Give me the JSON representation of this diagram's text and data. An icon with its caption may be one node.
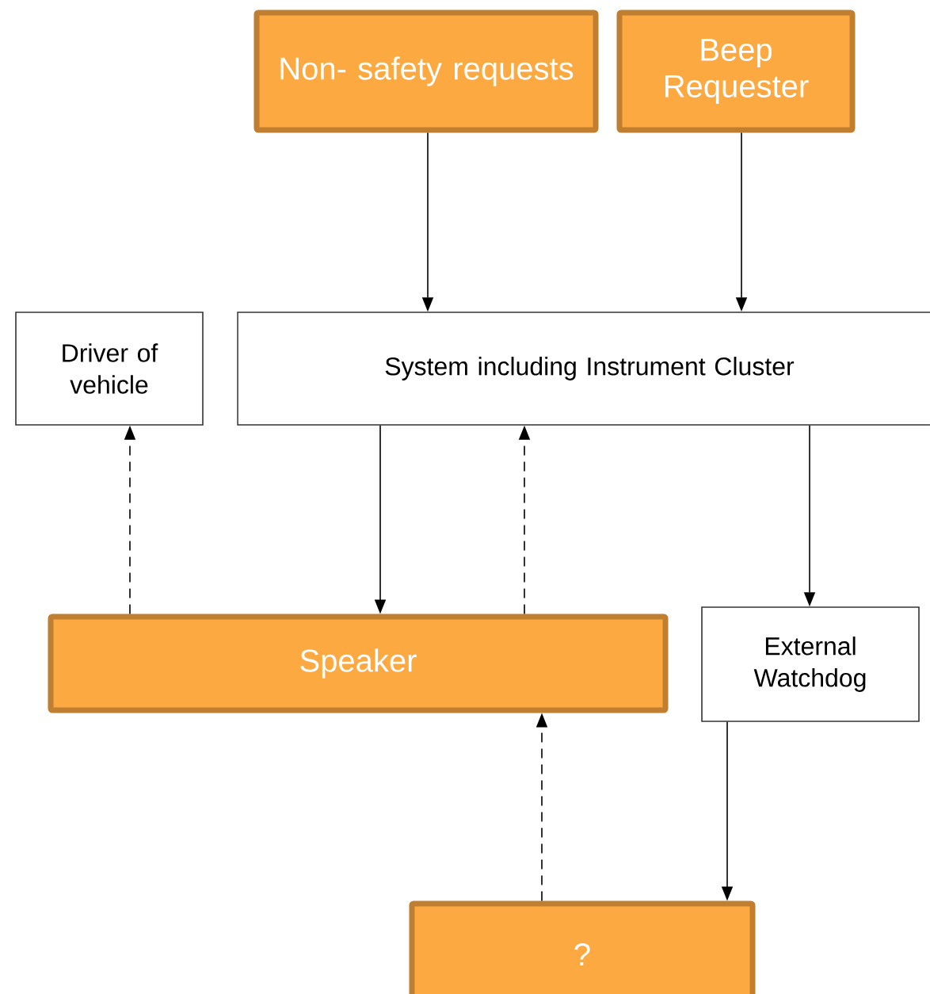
{
  "diagram": {
    "nodes": [
      {
        "text": [
          "Non- safety requests"
        ]
      },
      {
        "text": [
          "Beep Requester"
        ]
      },
      {
        "text": [
          "Driver of vehicle"
        ]
      },
      {
        "text": [
          "System including Instrument Cluster"
        ]
      },
      {
        "text": [
          "Speaker"
        ]
      },
      {
        "text": [
          "External Watchdog"
        ]
      },
      {
        "text": [
          "?"
        ]
      }
    ],
    "edges": [
      {
        "from": 0,
        "to": 3,
        "arrow": "to"
      },
      {
        "from": 1,
        "to": 3,
        "arrow": "to"
      },
      {
        "from": 3,
        "to": 4,
        "arrow": "to"
      },
      {
        "from": 4,
        "to": 2,
        "arrow": "to",
        "style": "dashed"
      },
      {
        "from": 4,
        "to": 3,
        "arrow": "to",
        "style": "dashed"
      },
      {
        "from": 3,
        "to": 5,
        "arrow": "to"
      },
      {
        "from": 5,
        "to": 6,
        "arrow": "to"
      },
      {
        "from": 6,
        "to": 4,
        "arrow": "to",
        "style": "dashed"
      }
    ]
  }
}
